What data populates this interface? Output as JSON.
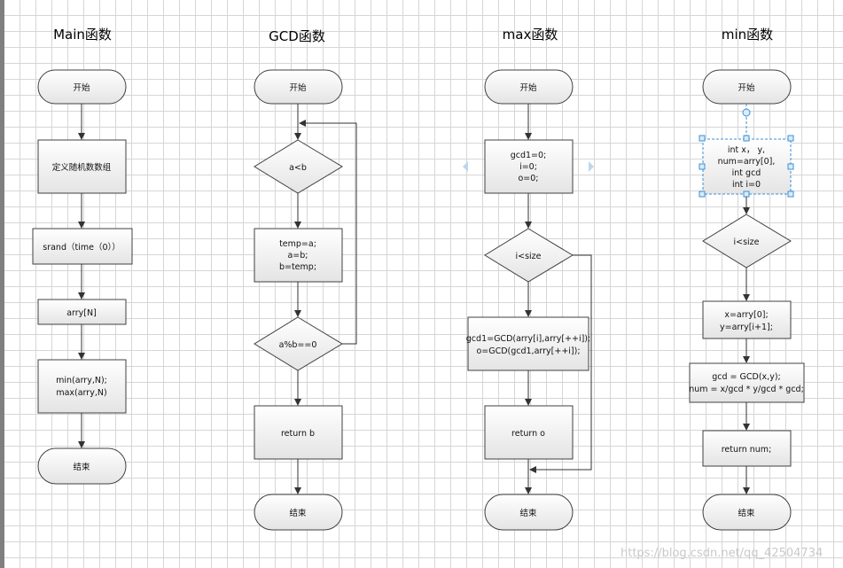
{
  "titles": {
    "main": "Main函数",
    "gcd": "GCD函数",
    "max": "max函数",
    "min": "min函数"
  },
  "main": {
    "start": "开始",
    "define": "定义随机数数组",
    "srand": "srand（time（0））",
    "arry": "arry[N]",
    "call1": "min(arry,N);",
    "call2": "max(arry,N)",
    "end": "结束"
  },
  "gcd": {
    "start": "开始",
    "cond1": "a<b",
    "swap1": "temp=a;",
    "swap2": "a=b;",
    "swap3": "b=temp;",
    "cond2": "a%b==0",
    "ret": "return b",
    "end": "结束"
  },
  "max": {
    "start": "开始",
    "init1": "gcd1=0;",
    "init2": "i=0;",
    "init3": "o=0;",
    "cond": "i<size",
    "body1": "gcd1=GCD(arry[i],arry[++i]);",
    "body2": "o=GCD(gcd1,arry[++i]);",
    "ret": "return o",
    "end": "结束"
  },
  "min": {
    "start": "开始",
    "init1": "int x，  y,",
    "init2": "num=arry[0],",
    "init3": "int gcd",
    "init4": "int i=0",
    "cond": "i<size",
    "assign1": "x=arry[0];",
    "assign2": "y=arry[i+1];",
    "calc1": "gcd = GCD(x,y);",
    "calc2": "num = x/gcd * y/gcd * gcd;",
    "ret": "return num;",
    "end": "结束"
  },
  "watermark": "https://blog.csdn.net/qq_42504734",
  "colors": {
    "stroke": "#404040",
    "fill_top": "#ffffff",
    "fill_bottom": "#e6e6e6",
    "selection": "#3b8fd6"
  }
}
